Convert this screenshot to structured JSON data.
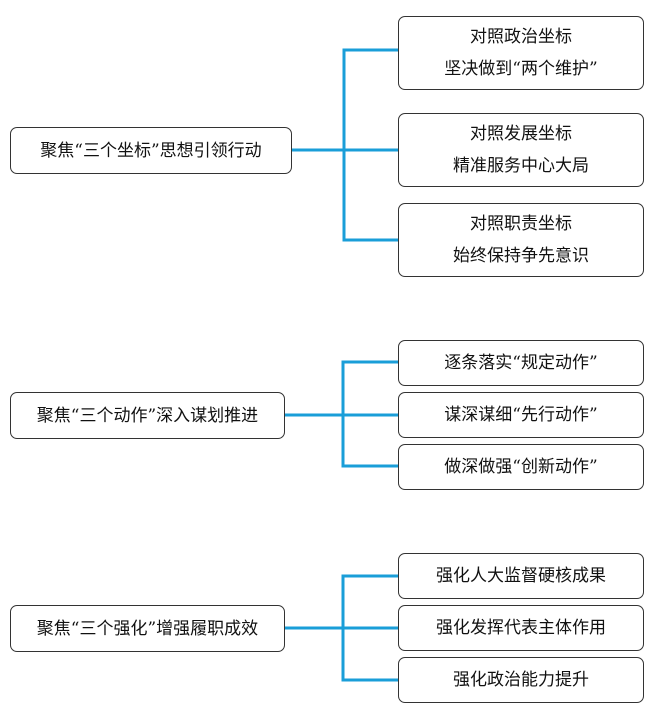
{
  "groups": [
    {
      "root": "聚焦“三个坐标”思想引领行动",
      "children": [
        {
          "lines": [
            "对照政治坐标",
            "坚决做到“两个维护”"
          ]
        },
        {
          "lines": [
            "对照发展坐标",
            "精准服务中心大局"
          ]
        },
        {
          "lines": [
            "对照职责坐标",
            "始终保持争先意识"
          ]
        }
      ]
    },
    {
      "root": "聚焦“三个动作”深入谋划推进",
      "children": [
        {
          "lines": [
            "逐条落实“规定动作”"
          ]
        },
        {
          "lines": [
            "谋深谋细“先行动作”"
          ]
        },
        {
          "lines": [
            "做深做强“创新动作”"
          ]
        }
      ]
    },
    {
      "root": "聚焦“三个强化”增强履职成效",
      "children": [
        {
          "lines": [
            "强化人大监督硬核成果"
          ]
        },
        {
          "lines": [
            "强化发挥代表主体作用"
          ]
        },
        {
          "lines": [
            "强化政治能力提升"
          ]
        }
      ]
    }
  ],
  "colors": {
    "connector": "#1a9ed8",
    "border": "#333333"
  }
}
